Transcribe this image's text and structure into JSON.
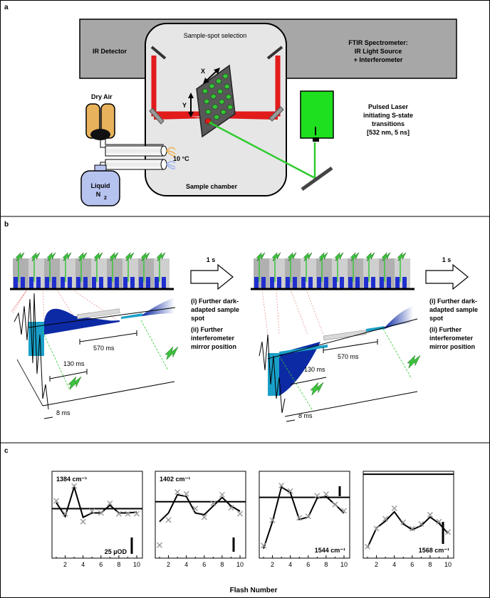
{
  "panels": {
    "a": "a",
    "b": "b",
    "c": "c"
  },
  "panel_a": {
    "spot_selection": "Sample-spot selection",
    "ir_detector": "IR Detector",
    "ftir_line1": "FTIR Spectrometer:",
    "ftir_line2": "IR Light Source",
    "ftir_line3": "+ Interferometer",
    "dry_air": "Dry Air",
    "liquid": "Liquid",
    "n2": "N",
    "n2_sub": "2",
    "temperature": "10 °C",
    "axis_x": "X",
    "axis_y": "Y",
    "sample_chamber": "Sample chamber",
    "laser_line1": "Pulsed Laser",
    "laser_line2": "initiating S-state",
    "laser_line3": "transitions",
    "laser_line4": "[532 nm, 5 ns]"
  },
  "panel_b": {
    "one_s": "1 s",
    "note_i_line1": "(i) Further dark-",
    "note_i_line2": "adapted sample",
    "note_i_line3": "spot",
    "note_ii_line1": "(ii) Further",
    "note_ii_line2": "interferometer",
    "note_ii_line3": "mirror position",
    "t570": "570 ms",
    "t130": "130 ms",
    "t8": "8 ms"
  },
  "panel_c": {
    "xlabel": "Flash Number",
    "scale_label": "25 µOD"
  },
  "chart_data": [
    {
      "type": "line",
      "title": "1384 cm⁻¹",
      "x": [
        1,
        2,
        3,
        4,
        5,
        6,
        7,
        8,
        9,
        10
      ],
      "values": [
        64,
        48,
        82,
        47,
        52,
        52,
        61,
        52,
        52,
        53
      ],
      "crosses": [
        66,
        51,
        83,
        42,
        54,
        52,
        63,
        51,
        51,
        51
      ],
      "reference": 57,
      "ylim": [
        0,
        100
      ],
      "xticks": [
        2,
        4,
        6,
        8,
        10
      ]
    },
    {
      "type": "line",
      "title": "1402 cm⁻¹",
      "x": [
        1,
        2,
        3,
        4,
        5,
        6,
        7,
        8,
        9,
        10
      ],
      "values": [
        42,
        52,
        73,
        71,
        52,
        50,
        60,
        70,
        60,
        54
      ],
      "crosses": [
        15,
        44,
        76,
        74,
        57,
        47,
        63,
        73,
        58,
        51
      ],
      "reference": 65,
      "ylim": [
        0,
        100
      ],
      "xticks": [
        2,
        4,
        6,
        8,
        10
      ]
    },
    {
      "type": "line",
      "title": "1544 cm⁻¹",
      "x": [
        1,
        2,
        3,
        4,
        5,
        6,
        7,
        8,
        9,
        10
      ],
      "values": [
        12,
        46,
        90,
        83,
        49,
        52,
        76,
        78,
        68,
        57
      ],
      "crosses": [
        16,
        48,
        92,
        85,
        51,
        53,
        79,
        81,
        68,
        60
      ],
      "reference": 77,
      "ylim": [
        0,
        110
      ],
      "xticks": [
        2,
        4,
        6,
        8,
        10
      ]
    },
    {
      "type": "line",
      "title": "1568 cm⁻¹",
      "x": [
        1,
        2,
        3,
        4,
        5,
        6,
        7,
        8,
        9,
        10
      ],
      "values": [
        18,
        52,
        64,
        80,
        59,
        49,
        56,
        71,
        60,
        43
      ],
      "crosses": [
        20,
        51,
        68,
        86,
        62,
        51,
        59,
        75,
        63,
        45
      ],
      "reference": 145,
      "ylim": [
        0,
        150
      ],
      "xticks": [
        2,
        4,
        6,
        8,
        10
      ]
    }
  ]
}
